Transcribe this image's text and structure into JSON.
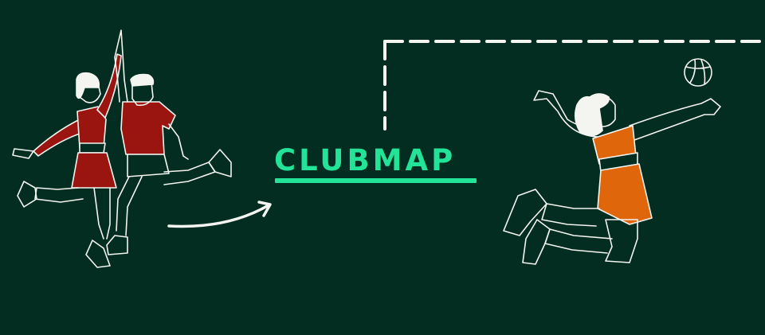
{
  "logo": {
    "text": "CLUBMAP"
  },
  "colors": {
    "background": "#022d20",
    "brand_accent": "#22e397",
    "outline": "#f4f4f0",
    "jersey_red": "#9a1410",
    "jersey_orange": "#e0660c"
  },
  "icons": {
    "high_five_players": "high-five-players-illustration",
    "volleyball_player": "volleyball-player-illustration",
    "ball": "volleyball-icon",
    "arrow": "curved-arrow-icon",
    "goal": "goal-net-outline"
  }
}
